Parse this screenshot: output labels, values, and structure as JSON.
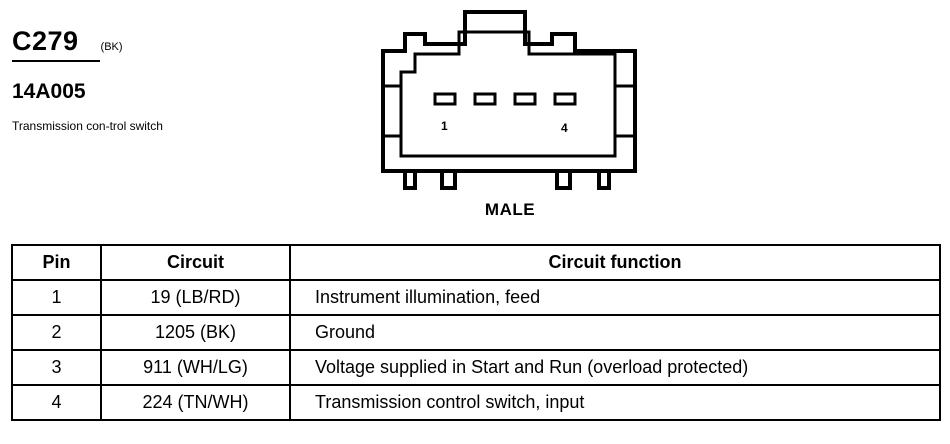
{
  "connector": {
    "id": "C279",
    "color": "(BK)",
    "part_number": "14A005",
    "description": "Transmission con-trol switch",
    "gender": "MALE"
  },
  "diagram": {
    "pin_label_first": "1",
    "pin_label_last": "4",
    "pin_count": 4
  },
  "table": {
    "headers": [
      "Pin",
      "Circuit",
      "Circuit function"
    ],
    "rows": [
      {
        "pin": "1",
        "circuit": "19 (LB/RD)",
        "function": "Instrument illumination, feed"
      },
      {
        "pin": "2",
        "circuit": "1205 (BK)",
        "function": "Ground"
      },
      {
        "pin": "3",
        "circuit": "911 (WH/LG)",
        "function": "Voltage supplied in Start and Run (overload protected)"
      },
      {
        "pin": "4",
        "circuit": "224 (TN/WH)",
        "function": "Transmission control switch, input"
      }
    ]
  }
}
